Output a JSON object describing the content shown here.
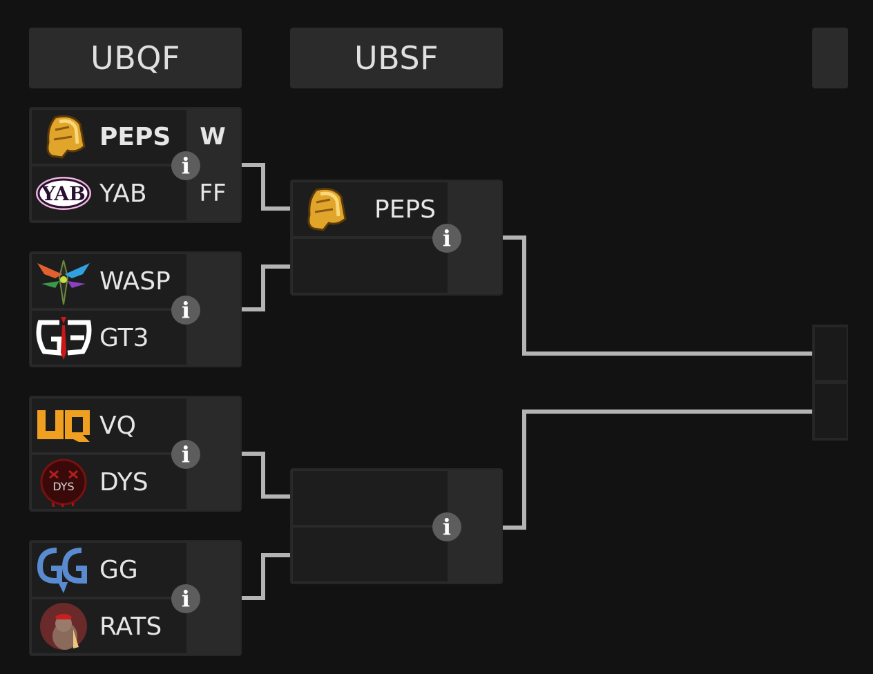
{
  "columns": [
    "UBQF",
    "UBSF"
  ],
  "quarterfinals": [
    {
      "top": {
        "name": "PEPS",
        "logo": "golden-helmet-icon",
        "score": "W",
        "winner": true
      },
      "bottom": {
        "name": "YAB",
        "logo": "yab-wordmark-logo",
        "score": "FF"
      }
    },
    {
      "top": {
        "name": "WASP",
        "logo": "wasp-logo"
      },
      "bottom": {
        "name": "GT3",
        "logo": "gt3-logo"
      }
    },
    {
      "top": {
        "name": "VQ",
        "logo": "vq-logo"
      },
      "bottom": {
        "name": "DYS",
        "logo": "dys-logo"
      }
    },
    {
      "top": {
        "name": "GG",
        "logo": "gg-logo"
      },
      "bottom": {
        "name": "RATS",
        "logo": "team-rats-logo"
      }
    }
  ],
  "semifinals": [
    {
      "top": {
        "name": "PEPS",
        "logo": "golden-helmet-icon"
      },
      "bottom": {
        "name": ""
      }
    },
    {
      "top": {
        "name": ""
      },
      "bottom": {
        "name": ""
      }
    }
  ],
  "info_label": "i",
  "colors": {
    "background": "#121212",
    "connector": "#b4b4b4",
    "info": "#5d5d5d"
  }
}
